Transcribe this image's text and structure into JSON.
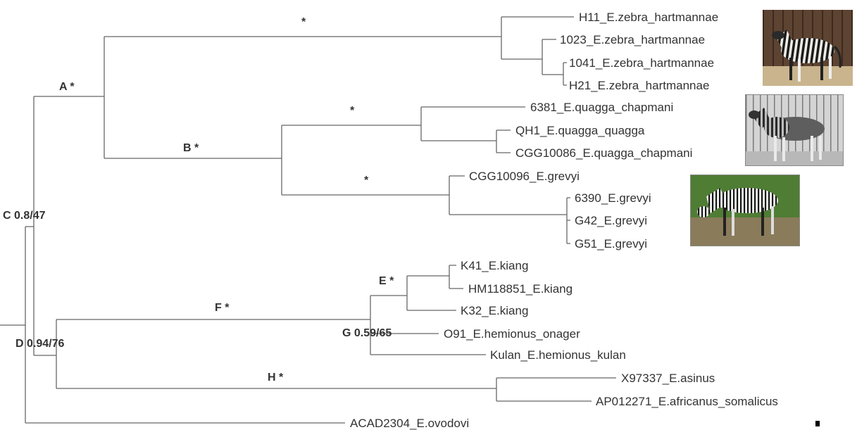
{
  "leaves": {
    "h11": "H11_E.zebra_hartmannae",
    "z1023": "1023_E.zebra_hartmannae",
    "z1041": "1041_E.zebra_hartmannae",
    "h21": "H21_E.zebra_hartmannae",
    "q6381": "6381_E.quagga_chapmani",
    "qh1": "QH1_E.quagga_quagga",
    "cgg10086": "CGG10086_E.quagga_chapmani",
    "cgg10096": "CGG10096_E.grevyi",
    "g6390": "6390_E.grevyi",
    "g42": "G42_E.grevyi",
    "g51": "G51_E.grevyi",
    "k41": "K41_E.kiang",
    "hm118851": "HM118851_E.kiang",
    "k32": "K32_E.kiang",
    "o91": "O91_E.hemionus_onager",
    "kulan": "Kulan_E.hemionus_kulan",
    "x97337": "X97337_E.asinus",
    "ap012271": "AP012271_E.africanus_somalicus",
    "acad2304": "ACAD2304_E.ovodovi"
  },
  "nodes": {
    "a": "A *",
    "b": "B *",
    "c": "C 0.8/47",
    "d": "D 0.94/76",
    "e": "E *",
    "f": "F *",
    "g": "G 0.59/65",
    "h": "H *",
    "star_hartmannae": "*",
    "star_quagga": "*",
    "star_grevyi": "*"
  },
  "photos": {
    "hartmannae": "mountain-zebra-photo",
    "quagga": "quagga-photo",
    "grevyi": "grevys-zebra-photo"
  }
}
